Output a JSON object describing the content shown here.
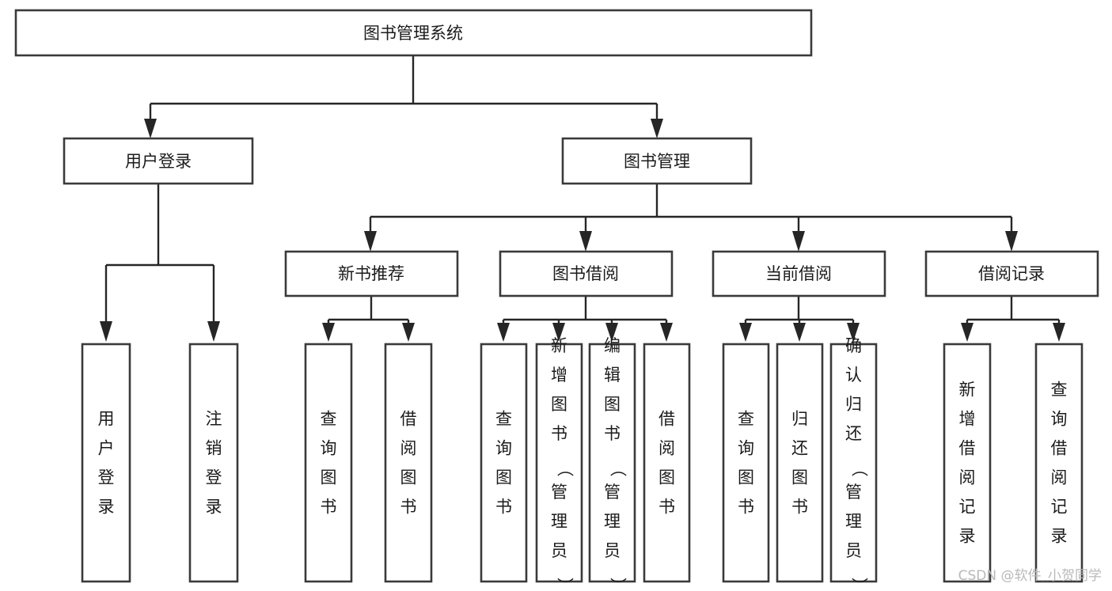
{
  "diagram": {
    "title": "图书管理系统",
    "type": "tree",
    "orientation": "top-down",
    "colors": {
      "box_stroke": "#3a3a3a",
      "box_fill": "#ffffff",
      "connector": "#262626",
      "text": "#1b1b1b",
      "watermark": "#b9b9b9",
      "background": "#ffffff"
    },
    "root": {
      "label": "图书管理系统"
    },
    "level2": [
      {
        "label": "用户登录"
      },
      {
        "label": "图书管理"
      }
    ],
    "level3": [
      {
        "label": "新书推荐"
      },
      {
        "label": "图书借阅"
      },
      {
        "label": "当前借阅"
      },
      {
        "label": "借阅记录"
      }
    ],
    "leaves": {
      "user_login": [
        {
          "label": "用户登录"
        },
        {
          "label": "注销登录"
        }
      ],
      "new_book_recommend": [
        {
          "label": "查询图书"
        },
        {
          "label": "借阅图书"
        }
      ],
      "book_borrow": [
        {
          "label": "查询图书"
        },
        {
          "label": "新增图书（管理员）"
        },
        {
          "label": "编辑图书（管理员）"
        },
        {
          "label": "借阅图书"
        }
      ],
      "current_borrow": [
        {
          "label": "查询图书"
        },
        {
          "label": "归还图书"
        },
        {
          "label": "确认归还（管理员）"
        }
      ],
      "borrow_record": [
        {
          "label": "新增借阅记录"
        },
        {
          "label": "查询借阅记录"
        }
      ]
    }
  },
  "watermark": {
    "text": "CSDN @软件_小贺同学"
  }
}
